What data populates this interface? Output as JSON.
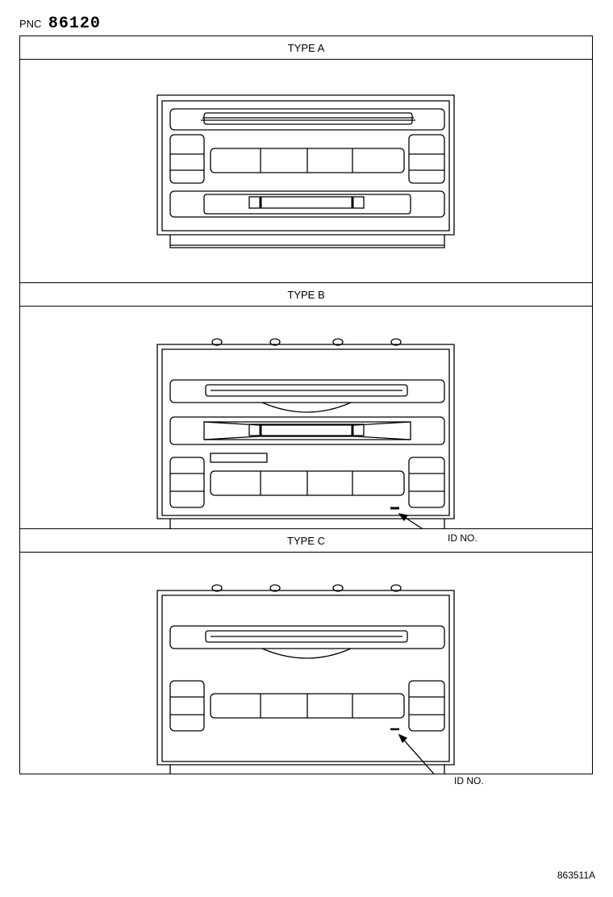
{
  "header": {
    "pnc_label": "PNC",
    "pnc_number": "86120"
  },
  "panels": [
    {
      "title": "TYPE A"
    },
    {
      "title": "TYPE B",
      "callout": "ID NO."
    },
    {
      "title": "TYPE C",
      "callout": "ID NO."
    }
  ],
  "figure_code": "863511A"
}
